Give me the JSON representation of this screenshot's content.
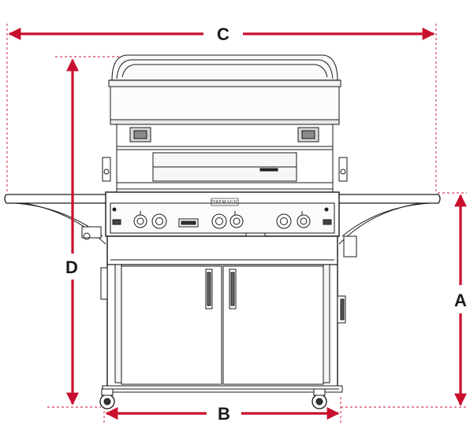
{
  "dimensions": {
    "a_label": "A",
    "b_label": "B",
    "c_label": "C",
    "d_label": "D"
  },
  "grill": {
    "brand": "FIREMAGIC"
  },
  "colors": {
    "dimension_line": "#c8102e",
    "outline": "#1a1a1a",
    "background": "#ffffff"
  }
}
